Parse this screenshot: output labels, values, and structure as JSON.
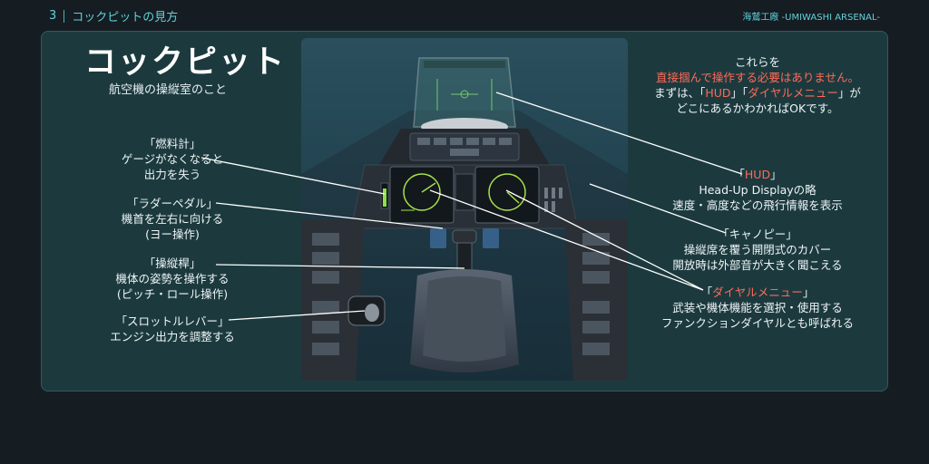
{
  "header": {
    "page_number": "3",
    "section_title": "コックピットの見方",
    "brand": "海鷲工廠 -UMIWASHI ARSENAL-"
  },
  "main": {
    "title": "コックピット",
    "subtitle": "航空機の操縦室のこと"
  },
  "left_labels": {
    "fuel": [
      "「燃料計」",
      "ゲージがなくなると",
      "出力を失う"
    ],
    "rudder": [
      "「ラダーペダル」",
      "機首を左右に向ける",
      "(ヨー操作)"
    ],
    "stick": [
      "「操縦桿」",
      "機体の姿勢を操作する",
      "(ピッチ・ロール操作)"
    ],
    "throttle": [
      "「スロットルレバー」",
      "エンジン出力を調整する"
    ]
  },
  "right_labels": {
    "intro_line1": "これらを",
    "intro_line2": "直接掴んで操作する必要はありません。",
    "intro_line3_prefix": "まずは、「",
    "intro_line3_hud": "HUD",
    "intro_line3_mid": "」「",
    "intro_line3_dial": "ダイヤルメニュー",
    "intro_line3_suffix": "」が",
    "intro_line4": "どこにあるかわかればOKです。",
    "hud_open": "「",
    "hud_name": "HUD",
    "hud_close": "」",
    "hud_line2": "Head-Up Displayの略",
    "hud_line3": "速度・高度などの飛行情報を表示",
    "canopy_line1": "「キャノピー」",
    "canopy_line2": "操縦席を覆う開閉式のカバー",
    "canopy_line3": "開放時は外部音が大きく聞こえる",
    "dial_open": "「",
    "dial_name": "ダイヤルメニュー",
    "dial_close": "」",
    "dial_line2": "武装や機体機能を選択・使用する",
    "dial_line3": "ファンクションダイヤルとも呼ばれる"
  },
  "colors": {
    "accent": "#5fd3d9",
    "highlight": "#ff6a5a",
    "panel": "#1c3a3e",
    "background": "#151c22"
  }
}
